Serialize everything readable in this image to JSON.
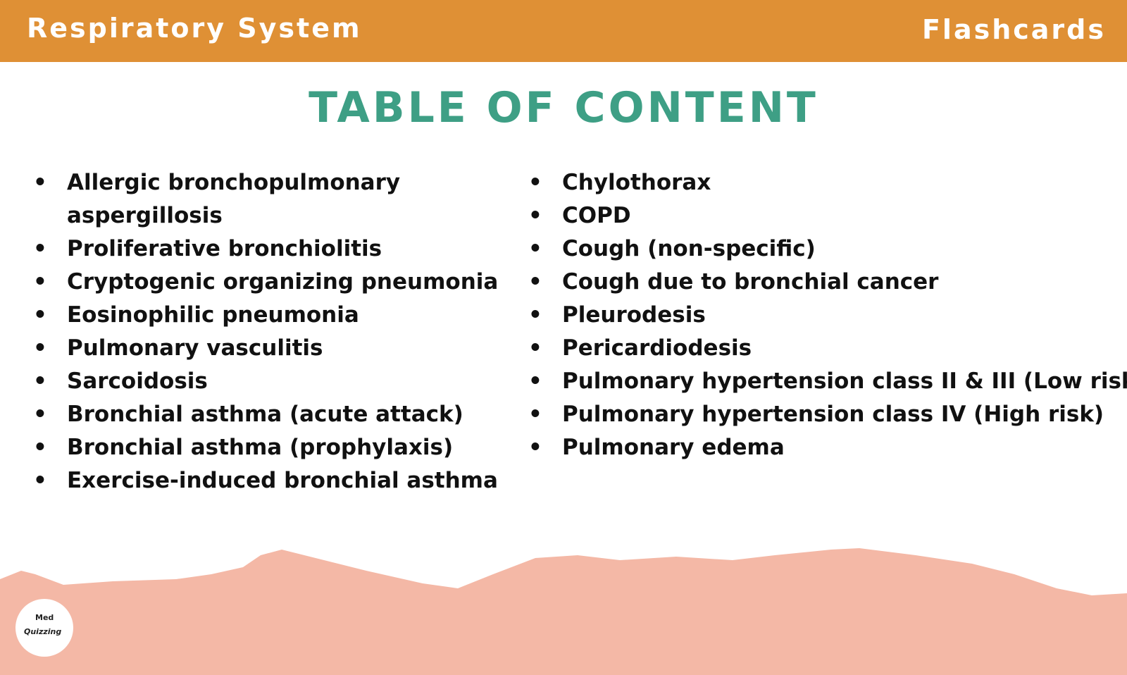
{
  "header": {
    "left_title": "Respiratory System",
    "right_title": "Flashcards"
  },
  "title": "TABLE OF CONTENT",
  "left_items": [
    "Allergic bronchopulmonary aspergillosis",
    "Proliferative bronchiolitis",
    "Cryptogenic organizing pneumonia",
    "Eosinophilic pneumonia",
    "Pulmonary vasculitis",
    "Sarcoidosis",
    "Bronchial asthma (acute attack)",
    "Bronchial asthma (prophylaxis)",
    "Exercise-induced bronchial asthma"
  ],
  "right_items": [
    "Chylothorax",
    "COPD",
    "Cough (non-specific)",
    "Cough due to bronchial cancer",
    "Pleurodesis",
    "Pericardiodesis",
    "Pulmonary hypertension class II & III (Low risk)",
    "Pulmonary hypertension class IV (High risk)",
    "Pulmonary edema"
  ],
  "logo": {
    "line1": "Med",
    "line2": "Quizzing"
  },
  "colors": {
    "header": "#df9035",
    "title": "#3e9f85",
    "hills": "#f4b8a6"
  }
}
